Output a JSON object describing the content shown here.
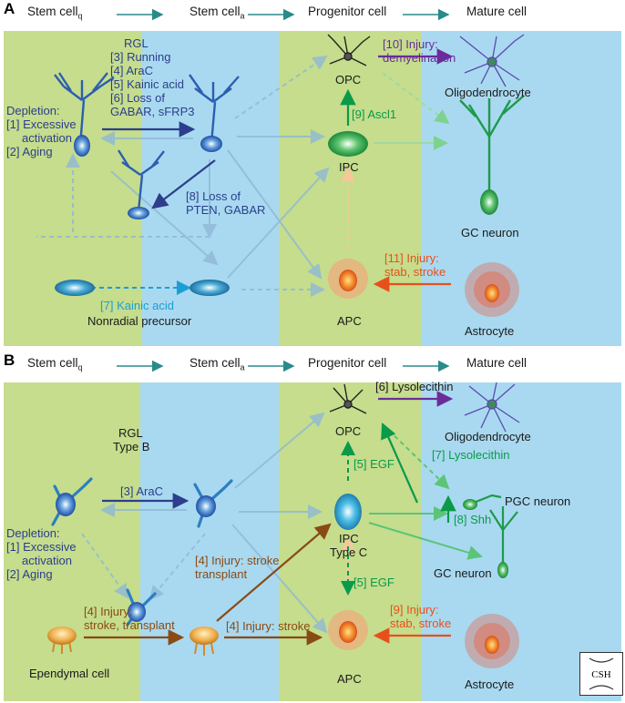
{
  "panel_a": {
    "label": "A",
    "stages": [
      "Stem cell",
      "Stem cell",
      "Progenitor cell",
      "Mature cell"
    ],
    "stage_subs": [
      "q",
      "a"
    ],
    "rgl": "RGL",
    "running": "[3] Running",
    "arac": "[4] AraC",
    "kainic": "[5] Kainic acid",
    "loss1": "[6] Loss of",
    "loss2": "GABAR, sFRP3",
    "depletion": "Depletion:",
    "excessive": "[1] Excessive",
    "activation": "activation",
    "aging": "[2] Aging",
    "pten1": "[8] Loss of",
    "pten2": "PTEN, GABAR",
    "opc": "OPC",
    "injury_demy1": "[10] Injury:",
    "injury_demy2": "demyelination",
    "oligo": "Oligodendrocyte",
    "ascl": "[9] Ascl1",
    "ipc": "IPC",
    "gc": "GC neuron",
    "injury_stab1": "[11] Injury:",
    "injury_stab2": "stab, stroke",
    "apc": "APC",
    "kainic7": "[7] Kainic acid",
    "nonradial": "Nonradial precursor",
    "astro": "Astrocyte"
  },
  "panel_b": {
    "label": "B",
    "stages": [
      "Stem cell",
      "Stem cell",
      "Progenitor cell",
      "Mature cell"
    ],
    "stage_subs": [
      "q",
      "a"
    ],
    "rgl": "RGL",
    "typeb": "Type B",
    "lyso6": "[6] Lysolecithin",
    "opc": "OPC",
    "oligo": "Oligodendrocyte",
    "egf_up": "[5] EGF",
    "lyso7": "[7] Lysolecithin",
    "arac": "[3] AraC",
    "depletion": "Depletion:",
    "excessive": "[1] Excessive",
    "activation": "activation",
    "aging": "[2] Aging",
    "ipc": "IPC",
    "typec": "Type C",
    "pgc": "PGC neuron",
    "shh": "[8] Shh",
    "stroke_tr1": "[4] Injury: stroke",
    "stroke_tr2": "transplant",
    "gc": "GC neuron",
    "egf_down": "[5] EGF",
    "ep_inj1": "[4] Injury:",
    "ep_inj2": "stroke, transplant",
    "inj_stroke": "[4] Injury: stroke",
    "stab1": "[9] Injury:",
    "stab2": "stab, stroke",
    "ependymal": "Ependymal cell",
    "apc": "APC",
    "astro": "Astrocyte"
  },
  "logo": {
    "text": "CSH"
  },
  "colors": {
    "green_bg": "#c5dd8c",
    "blue_bg": "#a9d9f0",
    "stage_arrow": "#2a8a8a",
    "navy": "#2c3e8c",
    "purple": "#6b2c9a",
    "orange": "#e8501b",
    "green": "#0a9a4a",
    "brown": "#8a4a14"
  }
}
